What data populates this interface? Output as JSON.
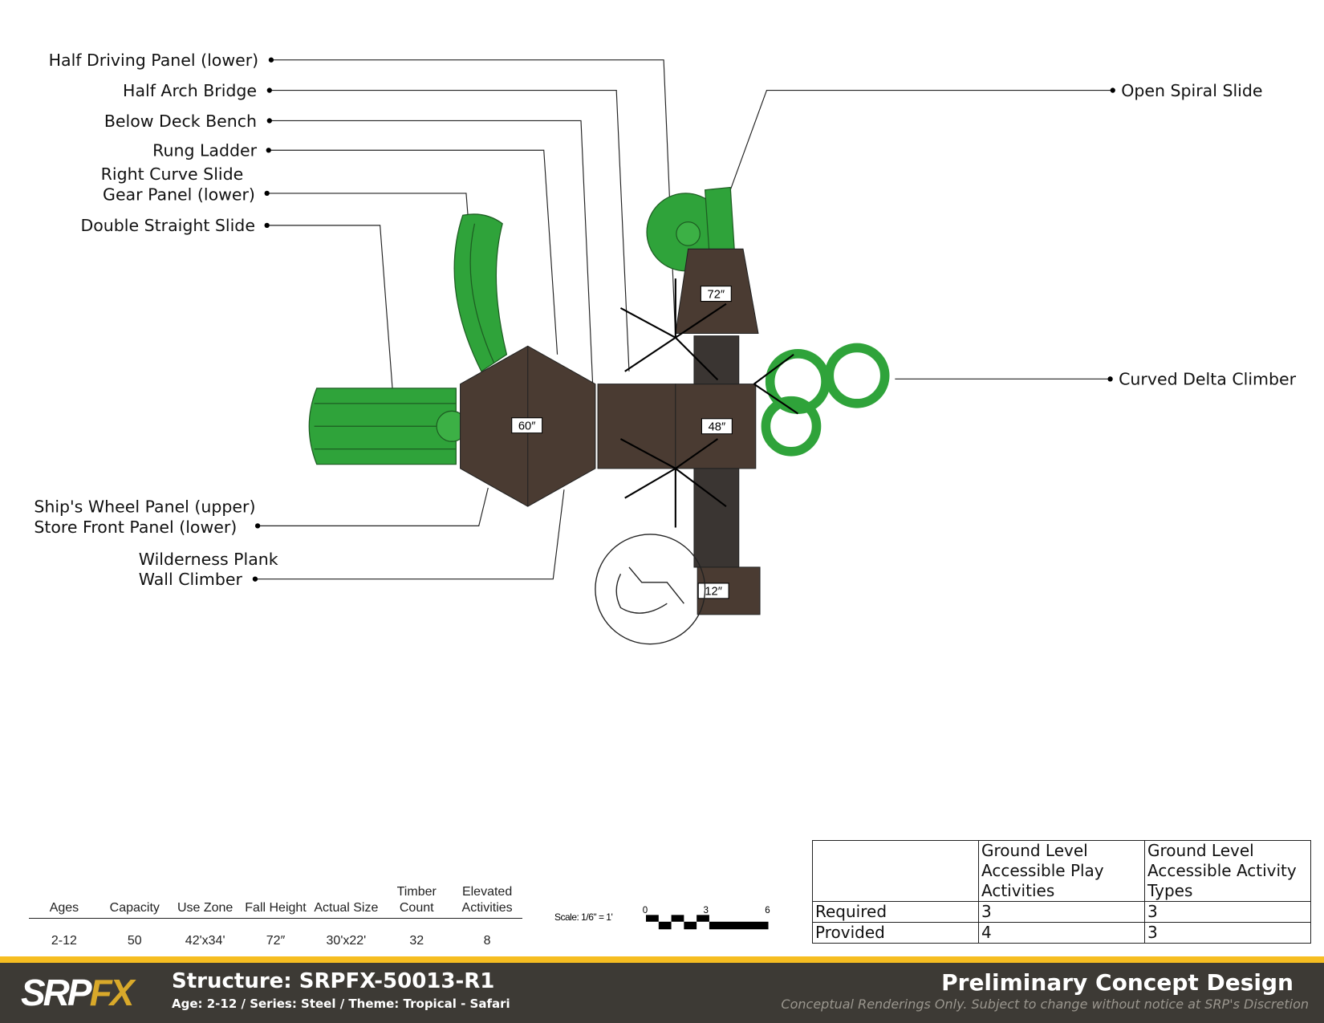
{
  "callouts": [
    {
      "label": "Half Driving Panel (lower)"
    },
    {
      "label": "Half Arch Bridge"
    },
    {
      "label": "Below Deck Bench"
    },
    {
      "label": "Rung Ladder"
    },
    {
      "label_1": "Right Curve Slide",
      "label_2": "Gear Panel (lower)"
    },
    {
      "label": "Double Straight Slide"
    },
    {
      "label_1": "Ship's Wheel Panel (upper)",
      "label_2": "Store Front Panel (lower)"
    },
    {
      "label_1": "Wilderness Plank",
      "label_2": "Wall Climber"
    },
    {
      "label": "Open Spiral Slide"
    },
    {
      "label": "Curved Delta Climber"
    }
  ],
  "deck_heights": {
    "tower": "72″",
    "hex": "60″",
    "main": "48″",
    "step": "12″"
  },
  "stats": {
    "headers": [
      "Ages",
      "Capacity",
      "Use Zone",
      "Fall Height",
      "Actual Size",
      "Timber Count",
      "Elevated Activities"
    ],
    "values": [
      "2-12",
      "50",
      "42'x34'",
      "72″",
      "30'x22'",
      "32",
      "8"
    ]
  },
  "scale": {
    "label": "Scale: 1/6\" = 1'",
    "ticks": [
      "0",
      "3",
      "6"
    ]
  },
  "accessibility": {
    "headers": [
      "",
      "Ground Level Accessible Play Activities",
      "Ground Level Accessible Activity Types"
    ],
    "rows": [
      [
        "Required",
        "3",
        "3"
      ],
      [
        "Provided",
        "4",
        "3"
      ]
    ]
  },
  "footer": {
    "logo": "SRPFX",
    "structure": "Structure: SRPFX-50013-R1",
    "subtitle": "Age: 2-12 / Series: Steel / Theme: Tropical - Safari",
    "title": "Preliminary Concept Design",
    "disclaimer": "Conceptual Renderings Only. Subject to change without notice at SRP's Discretion"
  },
  "colors": {
    "green": "#2fa33a",
    "brown": "#4a3b32",
    "accent": "#f6bd21",
    "footer": "#3d3a35"
  }
}
